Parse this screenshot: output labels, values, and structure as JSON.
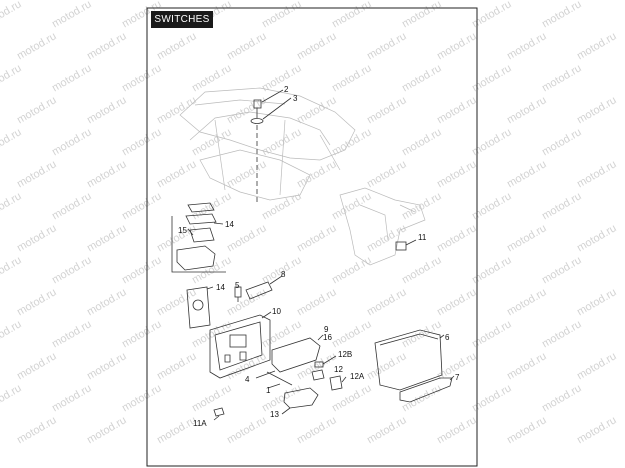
{
  "page": {
    "title": "SWITCHES"
  },
  "watermark": {
    "text": "motod.ru"
  },
  "callouts": {
    "c1": "1",
    "c2": "2",
    "c3": "3",
    "c4": "4",
    "c5": "5",
    "c6": "6",
    "c7": "7",
    "c8": "8",
    "c9": "9",
    "c10": "10",
    "c11": "11",
    "c11a": "11A",
    "c12": "12",
    "c12a": "12A",
    "c12b": "12B",
    "c13": "13",
    "c14a": "14",
    "c14b": "14",
    "c15": "15",
    "c16": "16"
  }
}
